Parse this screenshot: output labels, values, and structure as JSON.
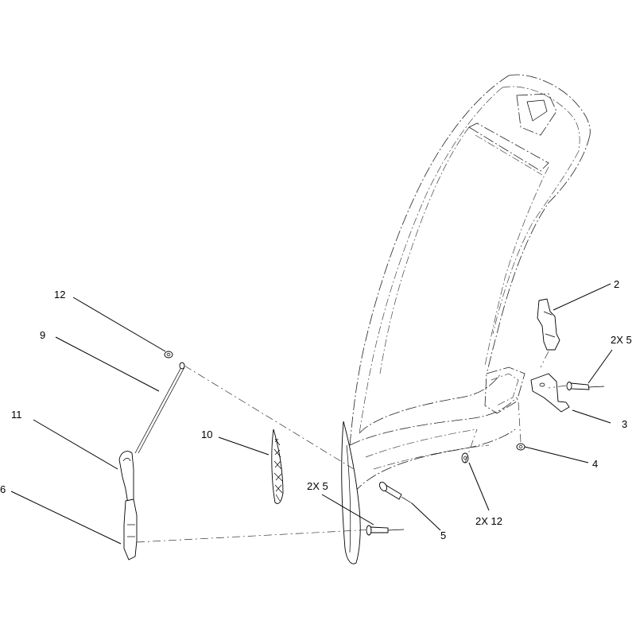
{
  "callouts": {
    "c1": "12",
    "c2": "9",
    "c3": "11",
    "c4": "6",
    "c5": "10",
    "c6": "2X 5",
    "c7": "5",
    "c8": "2",
    "c9": "2X 5",
    "c10": "3",
    "c11": "4",
    "c12": "2X 12"
  }
}
